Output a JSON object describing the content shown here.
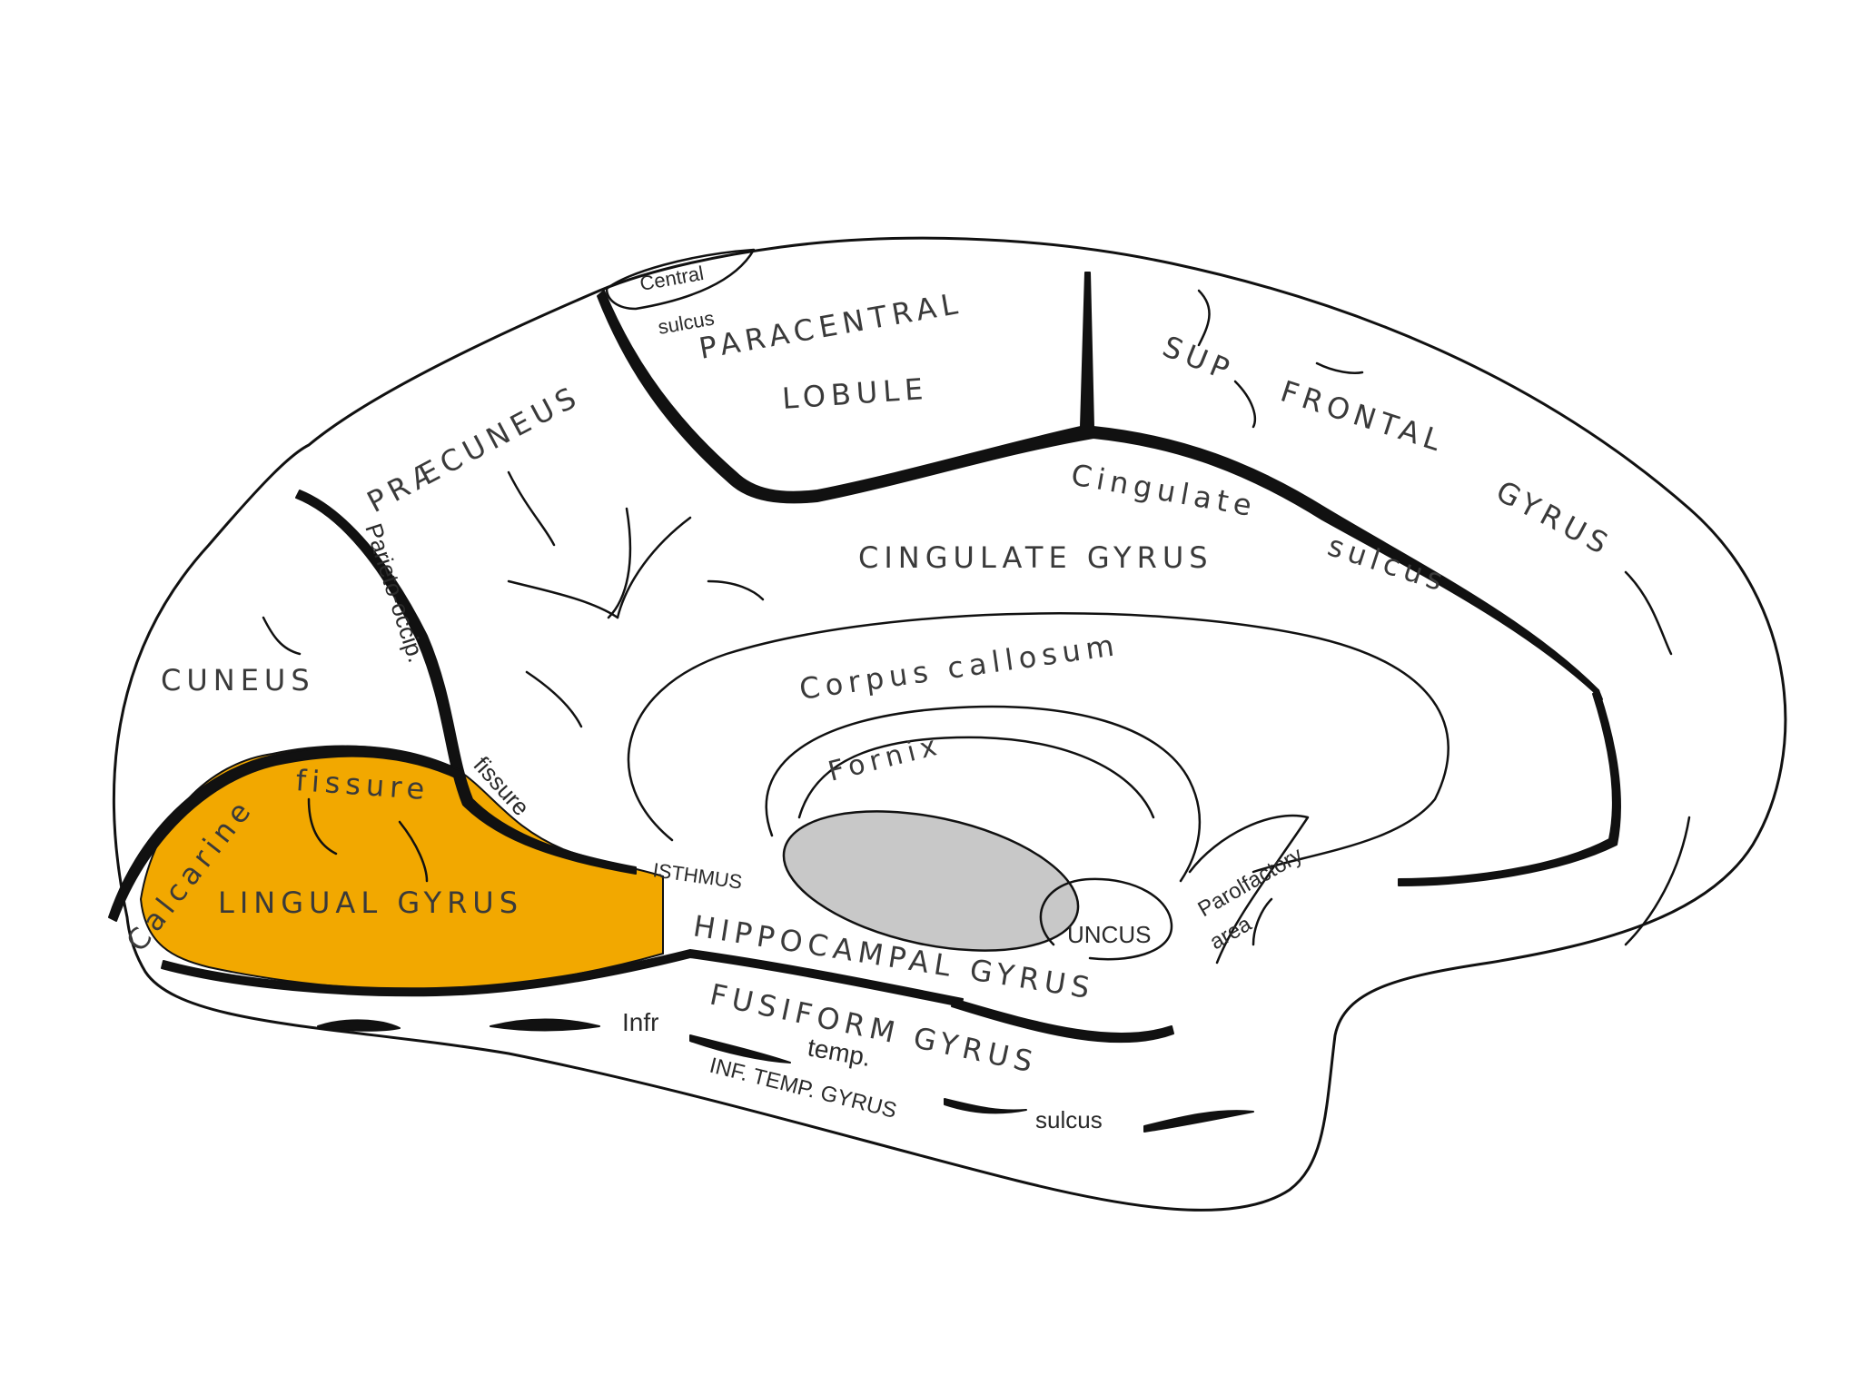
{
  "colors": {
    "highlight": "#f2a800",
    "ventricle": "#c8c8c8",
    "outline": "#111111",
    "background": "#ffffff"
  },
  "labels": {
    "central_sulcus_1": "Central",
    "central_sulcus_2": "sulcus",
    "paracentral_1": "PARACENTRAL",
    "paracentral_2": "LOBULE",
    "sup_frontal_1": "SUP",
    "sup_frontal_2": "FRONTAL",
    "sup_frontal_3": "GYRUS",
    "praecuneus": "PRÆCUNEUS",
    "parieto_occip": "Parieto-occip.",
    "cingulate_sulcus_1": "Cingulate",
    "cingulate_sulcus_2": "sulcus",
    "cingulate_gyrus": "CINGULATE GYRUS",
    "cuneus": "CUNEUS",
    "corpus_callosum": "Corpus callosum",
    "fornix": "Fornix",
    "fissure": "fissure",
    "calcarine_1": "Calcarine",
    "calcarine_2": "fissure",
    "lingual_gyrus": "LINGUAL GYRUS",
    "isthmus": "ISTHMUS",
    "parolfactory_1": "Parolfactory",
    "parolfactory_2": "area",
    "uncus": "UNCUS",
    "hippocampal_gyrus": "HIPPOCAMPAL GYRUS",
    "fusiform_gyrus": "FUSIFORM GYRUS",
    "infr": "Infr",
    "temp": "temp.",
    "sulcus_low": "sulcus",
    "inf_temp_gyrus": "INF. TEMP. GYRUS"
  }
}
